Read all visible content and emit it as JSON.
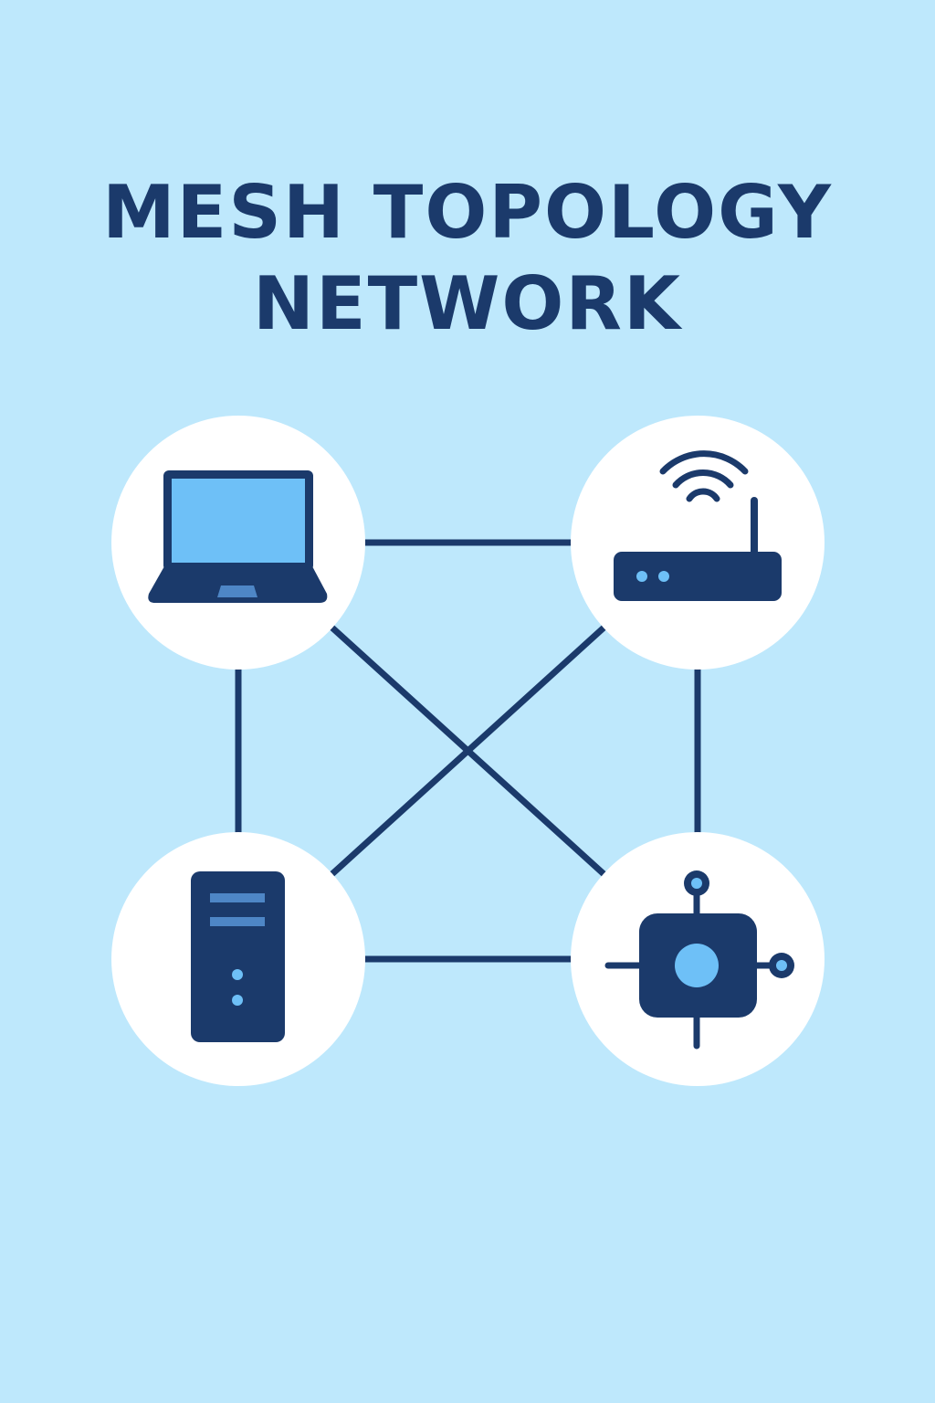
{
  "title": {
    "line1": "MESH TOPOLOGY",
    "line2": "NETWORK"
  },
  "colors": {
    "background": "#BEE8FC",
    "dark": "#1B3A6B",
    "light": "#6EC0F7",
    "node": "#FFFFFF",
    "accent": "#4E86C6"
  },
  "nodes": [
    {
      "id": "laptop",
      "icon": "laptop-icon"
    },
    {
      "id": "router",
      "icon": "wifi-router-icon"
    },
    {
      "id": "server",
      "icon": "server-tower-icon"
    },
    {
      "id": "hub",
      "icon": "network-hub-chip-icon"
    }
  ],
  "links": [
    [
      "laptop",
      "router"
    ],
    [
      "laptop",
      "server"
    ],
    [
      "router",
      "hub"
    ],
    [
      "server",
      "hub"
    ],
    [
      "laptop",
      "hub"
    ],
    [
      "router",
      "server"
    ]
  ]
}
